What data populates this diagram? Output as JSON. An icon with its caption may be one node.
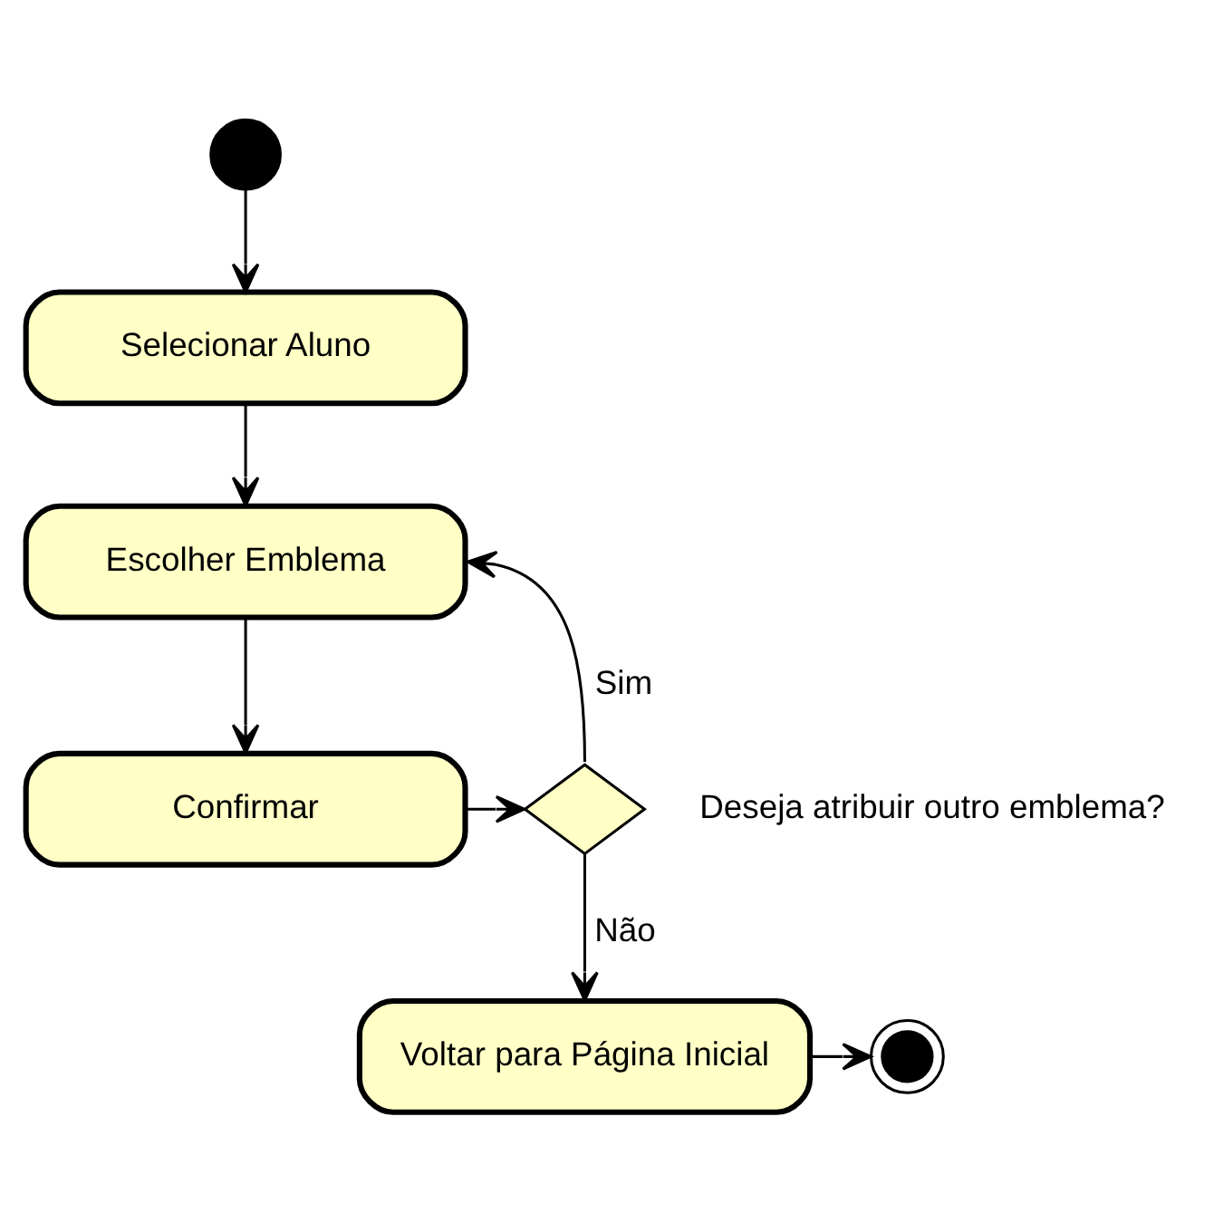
{
  "diagram": {
    "nodes": [
      {
        "text": [],
        "shape": "circle"
      },
      {
        "text": [
          "Selecionar Aluno"
        ]
      },
      {
        "text": [
          "Escolher Emblema"
        ]
      },
      {
        "text": [
          "Confirmar"
        ]
      },
      {
        "text": [],
        "shape": "diamond",
        "beside": [
          "Deseja atribuir outro emblema?"
        ]
      },
      {
        "text": [
          "Voltar para Página Inicial"
        ]
      },
      {
        "text": [],
        "shape": "circle"
      }
    ],
    "edges": [
      {
        "from": 0,
        "to": 1,
        "arrow": "to"
      },
      {
        "from": 1,
        "to": 2,
        "arrow": "to"
      },
      {
        "from": 2,
        "to": 3,
        "arrow": "to"
      },
      {
        "from": 3,
        "to": 4,
        "arrow": "to"
      },
      {
        "from": 4,
        "to": 2,
        "arrow": "to",
        "label": "Sim"
      },
      {
        "from": 4,
        "to": 5,
        "arrow": "to",
        "label": "Não"
      },
      {
        "from": 5,
        "to": 6,
        "arrow": "to"
      }
    ]
  }
}
